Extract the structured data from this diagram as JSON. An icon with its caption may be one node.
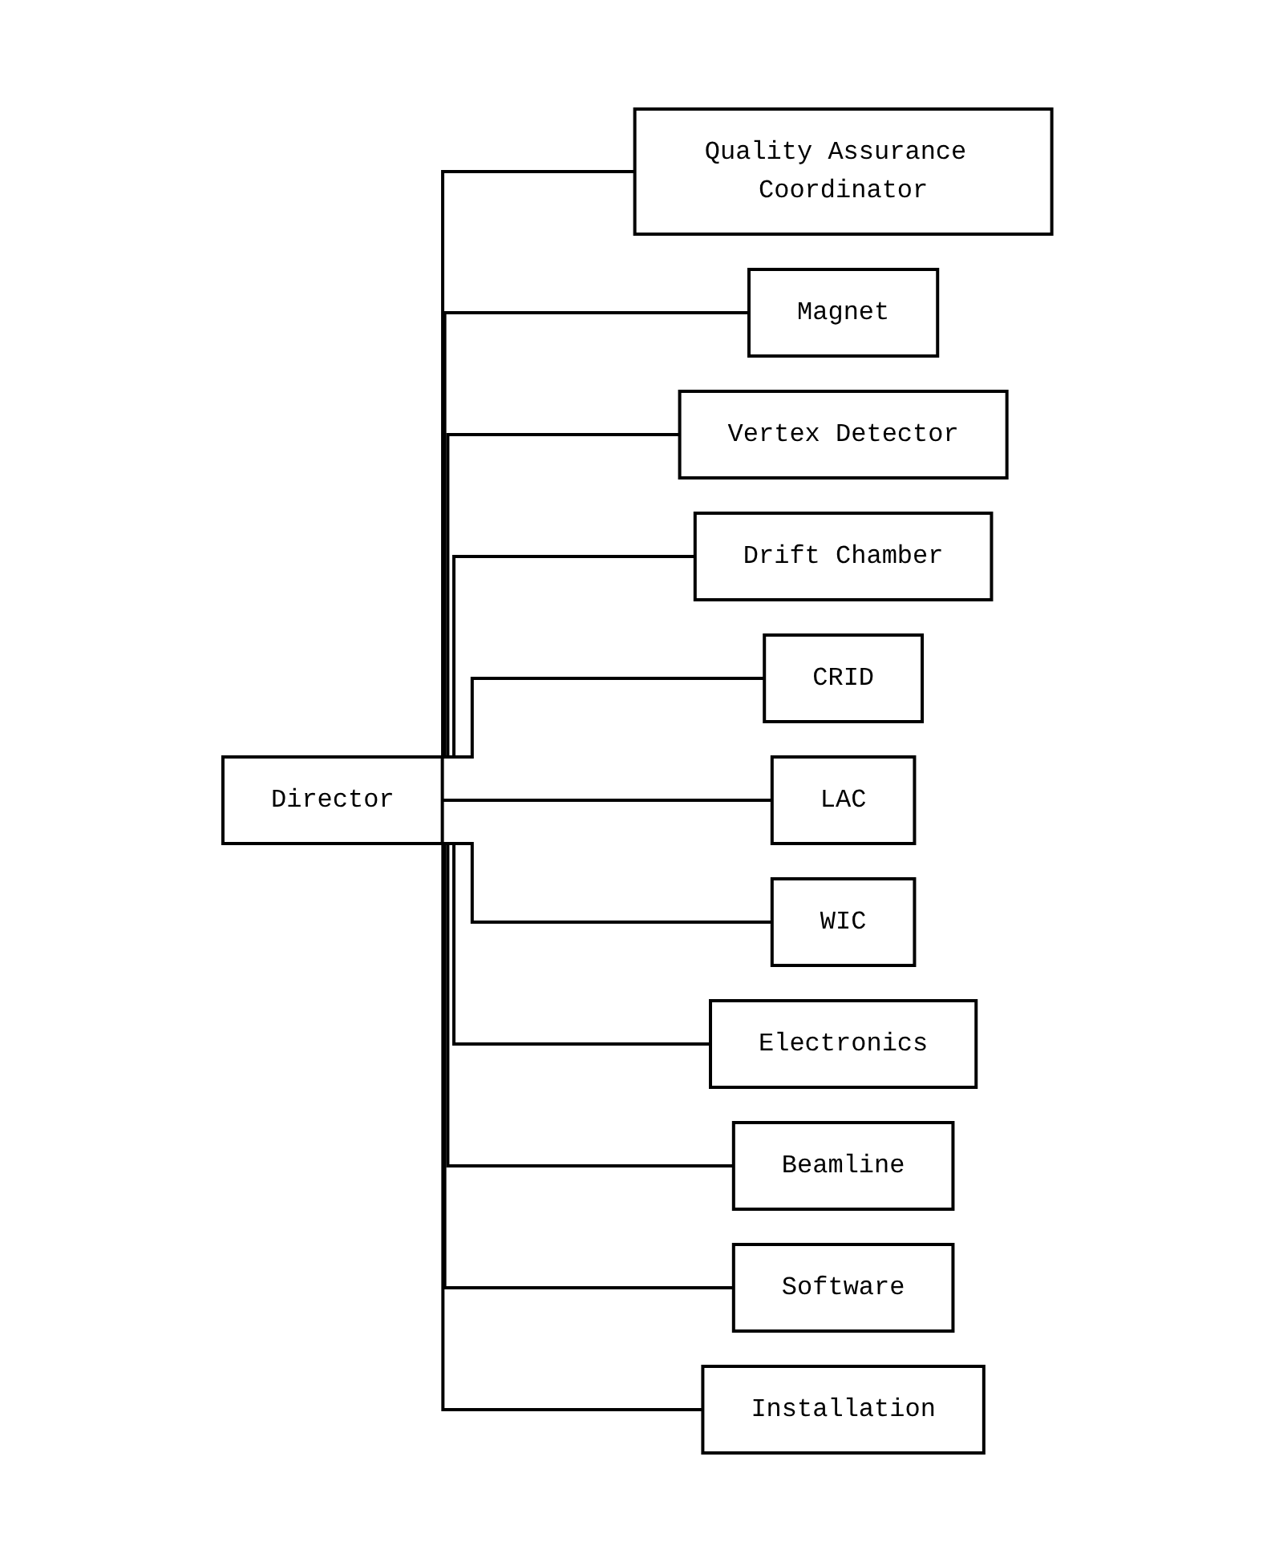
{
  "diagram": {
    "nodes": [
      {
        "text": [
          "Director"
        ]
      },
      {
        "text": [
          "Quality Assurance Coordinator"
        ]
      },
      {
        "text": [
          "Magnet"
        ]
      },
      {
        "text": [
          "Vertex Detector"
        ]
      },
      {
        "text": [
          "Drift Chamber"
        ]
      },
      {
        "text": [
          "CRID"
        ]
      },
      {
        "text": [
          "LAC"
        ]
      },
      {
        "text": [
          "WIC"
        ]
      },
      {
        "text": [
          "Electronics"
        ]
      },
      {
        "text": [
          "Beamline"
        ]
      },
      {
        "text": [
          "Software"
        ]
      },
      {
        "text": [
          "Installation"
        ]
      }
    ],
    "edges": [
      {
        "from": 0,
        "to": 1,
        "arrow": "none"
      },
      {
        "from": 0,
        "to": 2,
        "arrow": "none"
      },
      {
        "from": 0,
        "to": 3,
        "arrow": "none"
      },
      {
        "from": 0,
        "to": 4,
        "arrow": "none"
      },
      {
        "from": 0,
        "to": 5,
        "arrow": "none"
      },
      {
        "from": 0,
        "to": 6,
        "arrow": "none"
      },
      {
        "from": 0,
        "to": 7,
        "arrow": "none"
      },
      {
        "from": 0,
        "to": 8,
        "arrow": "none"
      },
      {
        "from": 0,
        "to": 9,
        "arrow": "none"
      },
      {
        "from": 0,
        "to": 10,
        "arrow": "none"
      },
      {
        "from": 0,
        "to": 11,
        "arrow": "none"
      }
    ]
  }
}
